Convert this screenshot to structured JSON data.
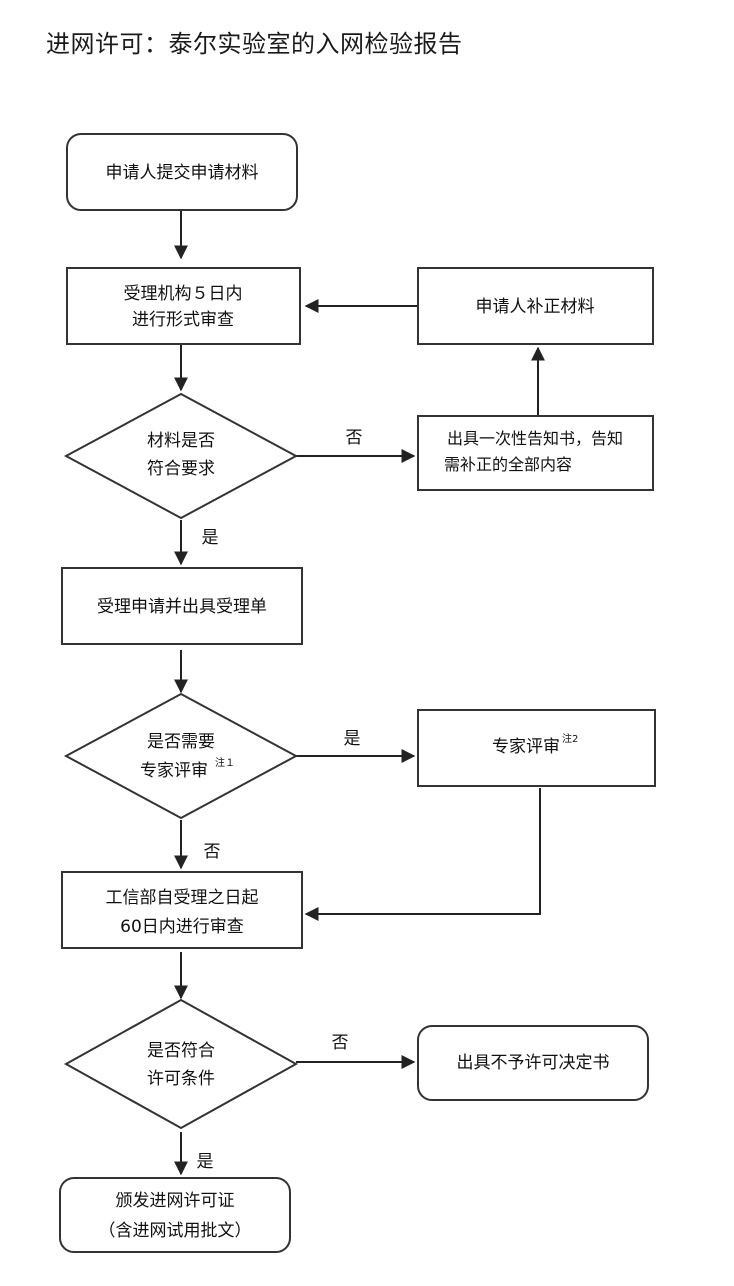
{
  "header": {
    "title": "进网许可：泰尔实验室的入网检验报告"
  },
  "flowchart": {
    "nodes": {
      "submit": {
        "lines": [
          "申请人提交申请材料"
        ]
      },
      "formal_review": {
        "lines": [
          "受理机构５日内",
          "进行形式审查"
        ]
      },
      "supplement": {
        "lines": [
          "申请人补正材料"
        ]
      },
      "materials_ok": {
        "lines": [
          "材料是否",
          "符合要求"
        ]
      },
      "notice": {
        "lines": [
          "出具一次性告知书，告知",
          "需补正的全部内容"
        ]
      },
      "accept": {
        "lines": [
          "受理申请并出具受理单"
        ]
      },
      "need_expert": {
        "lines": [
          "是否需要",
          "专家评审"
        ],
        "note": "注１"
      },
      "expert_review": {
        "lines": [
          "专家评审"
        ],
        "note": "注2"
      },
      "miit_review": {
        "lines": [
          "工信部自受理之日起",
          "60日内进行审查"
        ]
      },
      "conditions_ok": {
        "lines": [
          "是否符合",
          "许可条件"
        ]
      },
      "deny": {
        "lines": [
          "出具不予许可决定书"
        ]
      },
      "issue": {
        "lines": [
          "颁发进网许可证",
          "（含进网试用批文）"
        ]
      }
    },
    "edge_labels": {
      "materials_no": "否",
      "materials_yes": "是",
      "expert_yes": "是",
      "expert_no": "否",
      "conditions_no": "否",
      "conditions_yes": "是"
    }
  }
}
